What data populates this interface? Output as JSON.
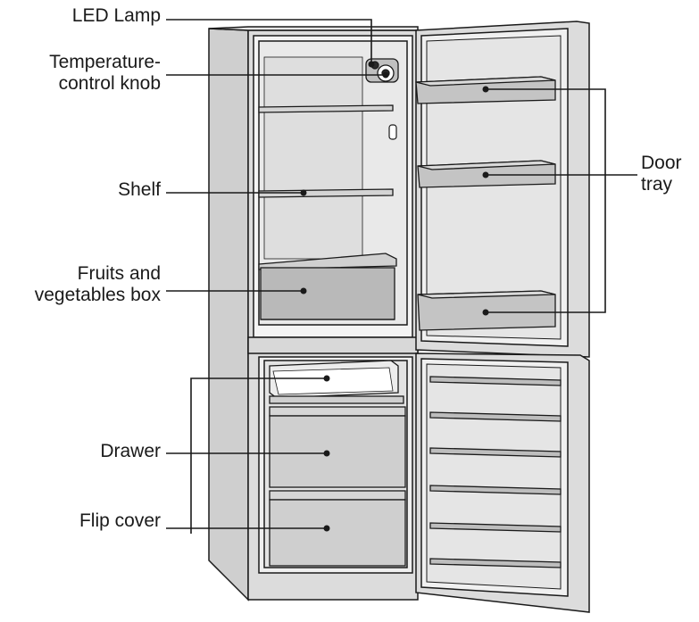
{
  "labels": {
    "led_lamp": "LED Lamp",
    "temperature_knob_line1": "Temperature-",
    "temperature_knob_line2": "control knob",
    "shelf": "Shelf",
    "fruits_line1": "Fruits and",
    "fruits_line2": "vegetables box",
    "drawer": "Drawer",
    "flip_cover": "Flip cover",
    "door_tray_line1": "Door",
    "door_tray_line2": "tray"
  },
  "colors": {
    "line": "#1a1a1a",
    "body_fill": "#d9d9d9",
    "interior_fill": "#f2f2f2",
    "part_fill": "#c8c8c8",
    "dark_fill": "#9a9a9a"
  }
}
